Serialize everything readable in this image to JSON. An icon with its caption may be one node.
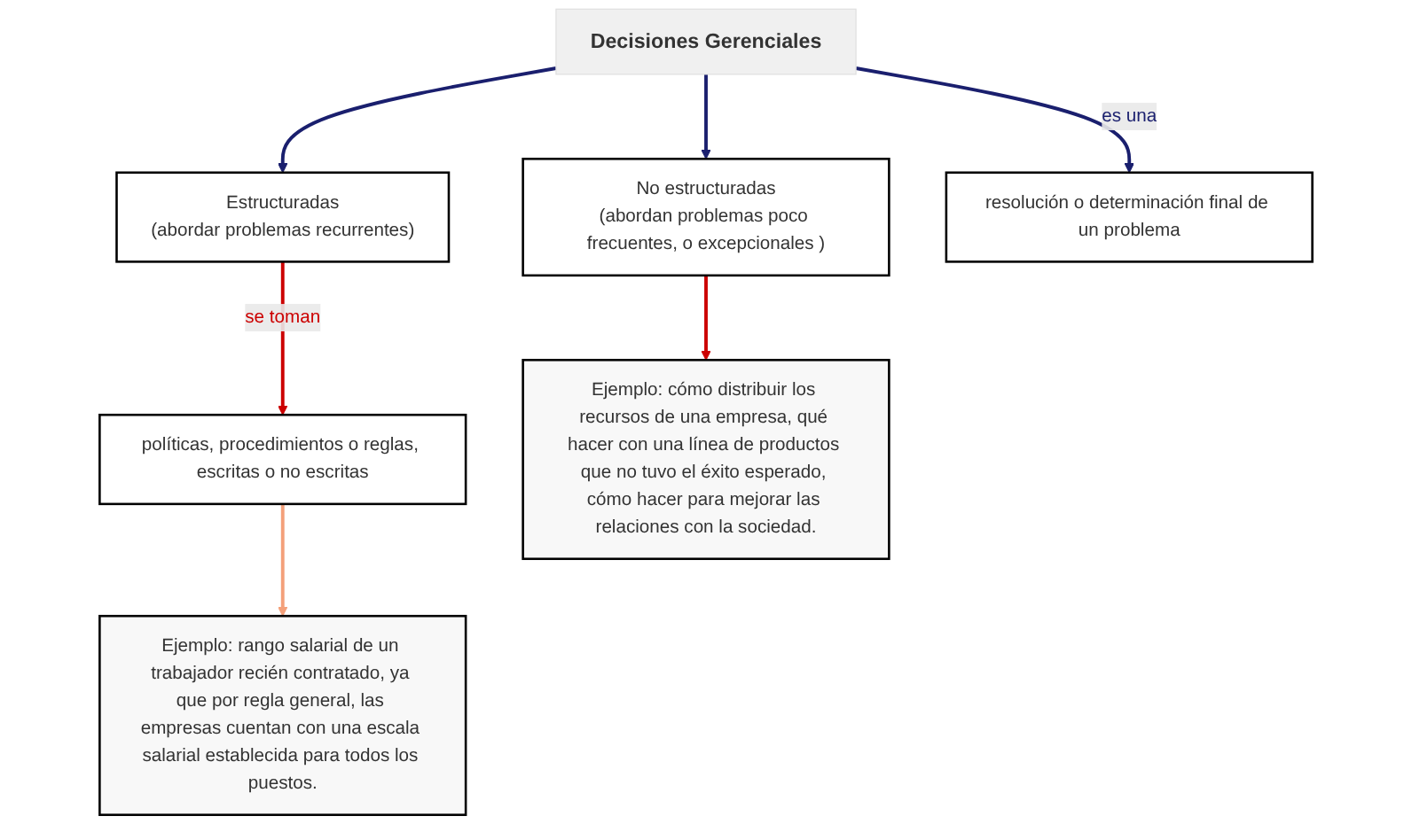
{
  "diagram": {
    "nodes": [
      {
        "text": [
          "Decisiones Gerenciales"
        ]
      },
      {
        "text": [
          "Estructuradas",
          "(abordar problemas recurrentes)"
        ]
      },
      {
        "text": [
          "No estructuradas",
          "(abordan problemas poco frecuentes, o excepcionales )"
        ]
      },
      {
        "text": [
          "resolución o determinación final de un problema"
        ]
      },
      {
        "text": [
          "políticas, procedimientos o reglas, escritas o no escritas"
        ]
      },
      {
        "text": [
          "Ejemplo: cómo distribuir los recursos de una empresa, qué hacer con una línea de productos que no tuvo el éxito esperado, cómo hacer para mejorar las relaciones con la sociedad."
        ]
      },
      {
        "text": [
          "Ejemplo: rango salarial de un trabajador recién contratado, ya que por regla general, las empresas cuentan con una escala salarial establecida para todos los puestos."
        ]
      }
    ],
    "edges": [
      {
        "from": 0,
        "to": 1,
        "arrow": "to"
      },
      {
        "from": 0,
        "to": 2,
        "arrow": "to"
      },
      {
        "from": 0,
        "to": 3,
        "arrow": "to",
        "label": "es una"
      },
      {
        "from": 1,
        "to": 4,
        "arrow": "to",
        "label": "se toman",
        "color": "#cc0000"
      },
      {
        "from": 2,
        "to": 5,
        "arrow": "to",
        "color": "#cc0000"
      },
      {
        "from": 4,
        "to": 6,
        "arrow": "to",
        "color": "#f4a07a"
      }
    ]
  }
}
